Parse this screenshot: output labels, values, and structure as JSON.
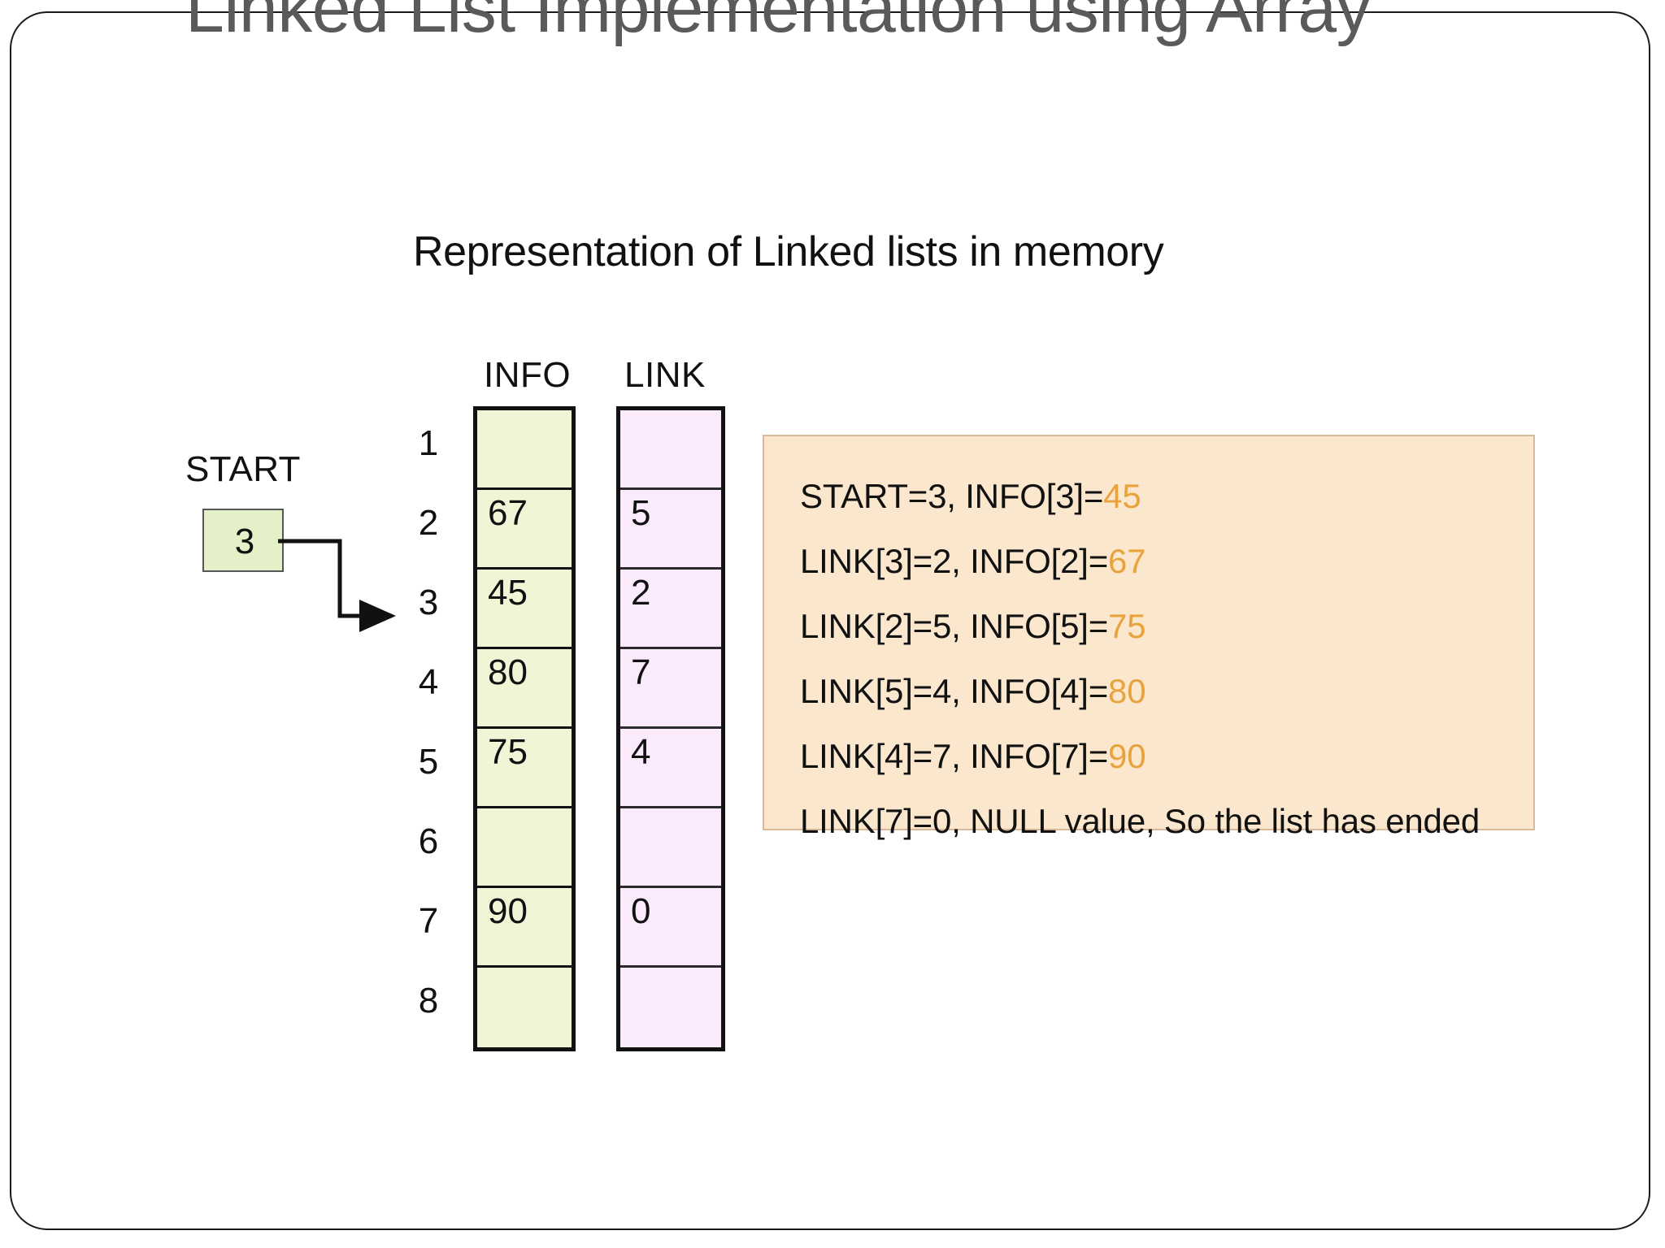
{
  "slide": {
    "title": "Linked List Implementation using Array",
    "frame_border_color": "#1b1b1b"
  },
  "diagram": {
    "heading": "Representation of Linked lists in memory",
    "start": {
      "label": "START",
      "value": "3",
      "box_color": "#e3f0c8"
    },
    "columns": {
      "info_header": "INFO",
      "link_header": "LINK",
      "info_color": "#f2f5d5",
      "link_color": "#fbeafb"
    },
    "rows": [
      {
        "index": "1",
        "info": "",
        "link": ""
      },
      {
        "index": "2",
        "info": "67",
        "link": "5"
      },
      {
        "index": "3",
        "info": "45",
        "link": "2"
      },
      {
        "index": "4",
        "info": "80",
        "link": "7"
      },
      {
        "index": "5",
        "info": "75",
        "link": "4"
      },
      {
        "index": "6",
        "info": "",
        "link": ""
      },
      {
        "index": "7",
        "info": "90",
        "link": "0"
      },
      {
        "index": "8",
        "info": "",
        "link": ""
      }
    ]
  },
  "explanation": {
    "background_color": "#fbe7cd",
    "highlight_color": "#e8a33d",
    "lines": [
      {
        "text": "START=3, INFO[3]=",
        "value": "45"
      },
      {
        "text": "LINK[3]=2, INFO[2]=",
        "value": "67"
      },
      {
        "text": "LINK[2]=5, INFO[5]=",
        "value": "75"
      },
      {
        "text": "LINK[5]=4, INFO[4]=",
        "value": "80"
      },
      {
        "text": "LINK[4]=7, INFO[7]=",
        "value": "90"
      },
      {
        "text": "LINK[7]=0, NULL value, So the list has ended",
        "value": ""
      }
    ]
  }
}
